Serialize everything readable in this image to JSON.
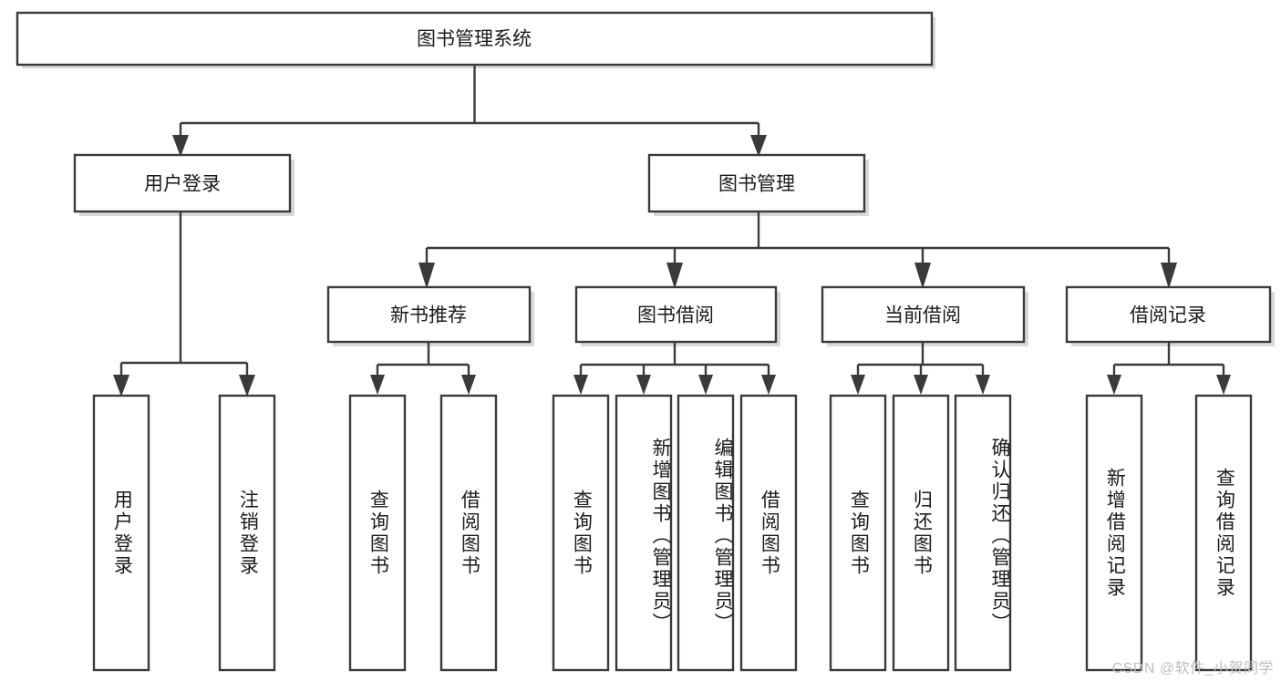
{
  "diagram": {
    "type": "tree-hierarchy",
    "watermark": "CSDN @软件_小贺同学",
    "colors": {
      "stroke": "#3a3a3a",
      "background": "#ffffff",
      "text": "#1b1b1b",
      "shadow": "#b9b9b9",
      "watermark": "#bdbdbd"
    },
    "levels": {
      "root": {
        "label": "图书管理系统"
      },
      "level2": [
        {
          "label": "用户登录"
        },
        {
          "label": "图书管理"
        }
      ],
      "level3": [
        {
          "label": "新书推荐"
        },
        {
          "label": "图书借阅"
        },
        {
          "label": "当前借阅"
        },
        {
          "label": "借阅记录"
        }
      ],
      "leaves": [
        {
          "label": "用户登录",
          "parent": "用户登录"
        },
        {
          "label": "注销登录",
          "parent": "用户登录"
        },
        {
          "label": "查询图书",
          "parent": "新书推荐"
        },
        {
          "label": "借阅图书",
          "parent": "新书推荐"
        },
        {
          "label": "查询图书",
          "parent": "图书借阅"
        },
        {
          "label": "新增图书（管理员）",
          "parent": "图书借阅"
        },
        {
          "label": "编辑图书（管理员）",
          "parent": "图书借阅"
        },
        {
          "label": "借阅图书",
          "parent": "图书借阅"
        },
        {
          "label": "查询图书",
          "parent": "当前借阅"
        },
        {
          "label": "归还图书",
          "parent": "当前借阅"
        },
        {
          "label": "确认归还（管理员）",
          "parent": "当前借阅"
        },
        {
          "label": "新增借阅记录",
          "parent": "借阅记录"
        },
        {
          "label": "查询借阅记录",
          "parent": "借阅记录"
        }
      ]
    }
  }
}
